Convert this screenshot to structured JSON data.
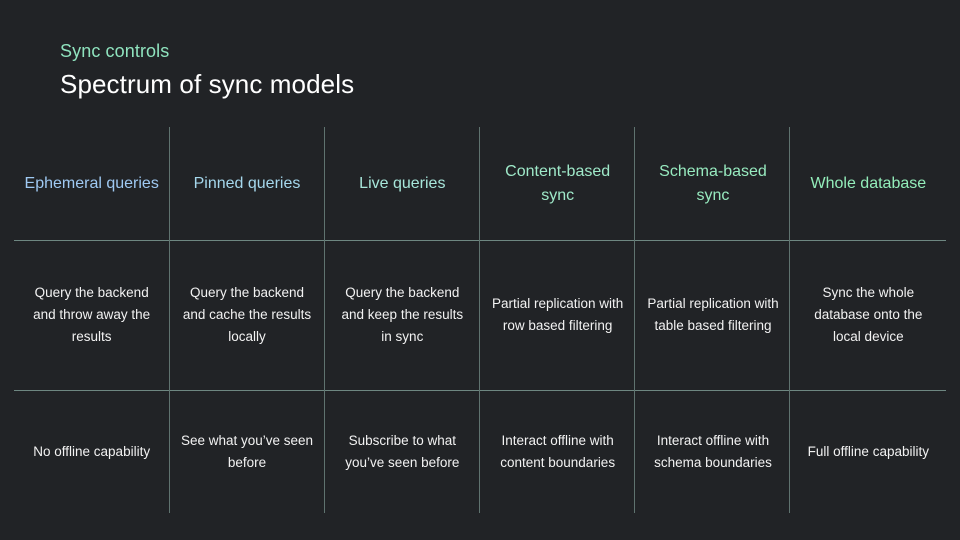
{
  "slide": {
    "background_color": "#212326",
    "eyebrow": "Sync controls",
    "headline": "Spectrum of sync models"
  },
  "table": {
    "columns": [
      {
        "id": "ephemeral-queries",
        "header": "Ephemeral queries",
        "header_color": "#9FC9F2",
        "description": "Query the backend and throw away the results",
        "offline": "No offline capability"
      },
      {
        "id": "pinned-queries",
        "header": "Pinned queries",
        "header_color": "#A5D7EC",
        "description": "Query the backend and cache the results locally",
        "offline": "See what you’ve seen before"
      },
      {
        "id": "live-queries",
        "header": "Live queries",
        "header_color": "#A7E6DA",
        "description": "Query the backend and keep the results in sync",
        "offline": "Subscribe to what you’ve seen before"
      },
      {
        "id": "content-based-sync",
        "header": "Content-based sync",
        "header_color": "#9FE9C9",
        "description": "Partial replication with row based filtering",
        "offline": "Interact offline with content boundaries"
      },
      {
        "id": "schema-based-sync",
        "header": "Schema-based sync",
        "header_color": "#97EABF",
        "description": "Partial replication with table based filtering",
        "offline": "Interact offline with schema boundaries"
      },
      {
        "id": "whole-database",
        "header": "Whole database",
        "header_color": "#93EDBA",
        "description": "Sync the whole database onto the local device",
        "offline": "Full offline capability"
      }
    ],
    "rule_color": "#6E8781"
  }
}
